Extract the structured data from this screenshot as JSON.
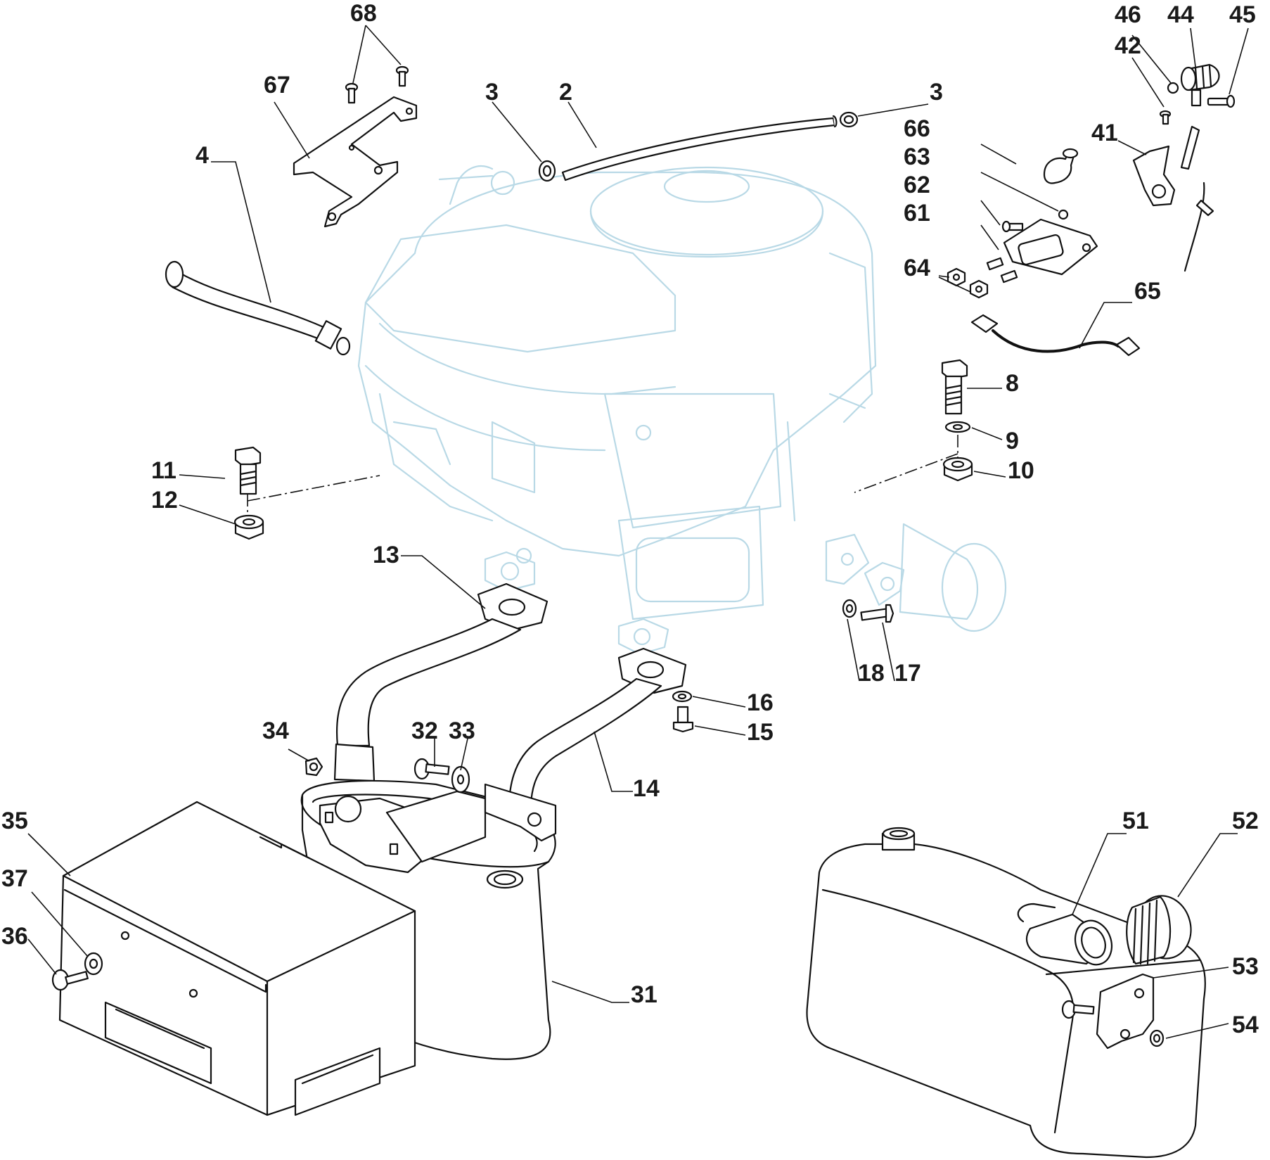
{
  "callouts": [
    {
      "id": "2",
      "label": "2"
    },
    {
      "id": "3a",
      "label": "3"
    },
    {
      "id": "3b",
      "label": "3"
    },
    {
      "id": "4",
      "label": "4"
    },
    {
      "id": "8",
      "label": "8"
    },
    {
      "id": "9",
      "label": "9"
    },
    {
      "id": "10",
      "label": "10"
    },
    {
      "id": "11",
      "label": "11"
    },
    {
      "id": "12",
      "label": "12"
    },
    {
      "id": "13",
      "label": "13"
    },
    {
      "id": "14",
      "label": "14"
    },
    {
      "id": "15",
      "label": "15"
    },
    {
      "id": "16",
      "label": "16"
    },
    {
      "id": "17",
      "label": "17"
    },
    {
      "id": "18",
      "label": "18"
    },
    {
      "id": "31",
      "label": "31"
    },
    {
      "id": "32",
      "label": "32"
    },
    {
      "id": "33",
      "label": "33"
    },
    {
      "id": "34",
      "label": "34"
    },
    {
      "id": "35",
      "label": "35"
    },
    {
      "id": "36",
      "label": "36"
    },
    {
      "id": "37",
      "label": "37"
    },
    {
      "id": "41",
      "label": "41"
    },
    {
      "id": "42",
      "label": "42"
    },
    {
      "id": "44",
      "label": "44"
    },
    {
      "id": "45",
      "label": "45"
    },
    {
      "id": "46",
      "label": "46"
    },
    {
      "id": "51",
      "label": "51"
    },
    {
      "id": "52",
      "label": "52"
    },
    {
      "id": "53",
      "label": "53"
    },
    {
      "id": "54",
      "label": "54"
    },
    {
      "id": "61",
      "label": "61"
    },
    {
      "id": "62",
      "label": "62"
    },
    {
      "id": "63",
      "label": "63"
    },
    {
      "id": "64",
      "label": "64"
    },
    {
      "id": "65",
      "label": "65"
    },
    {
      "id": "66",
      "label": "66"
    },
    {
      "id": "67",
      "label": "67"
    },
    {
      "id": "68",
      "label": "68"
    }
  ],
  "colors": {
    "part_outline": "#111111",
    "engine_ghost_outline": "#b9d9e6",
    "background": "#ffffff"
  }
}
